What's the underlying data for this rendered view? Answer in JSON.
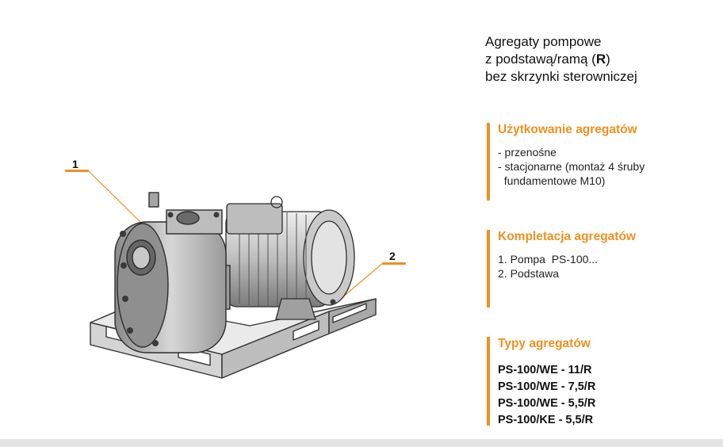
{
  "title": {
    "line1": "Agregaty pompowe",
    "line2_prefix": "z podstawą/ramą (",
    "line2_bold": "R",
    "line2_suffix": ")",
    "line3": "bez skrzynki sterowniczej"
  },
  "callouts": [
    {
      "number": "1"
    },
    {
      "number": "2"
    }
  ],
  "usage": {
    "heading": "Użytkowanie agregatów",
    "items": [
      "- przenośne",
      "- stacjonarne (montaż 4 śruby",
      "  fundamentowe M10)"
    ]
  },
  "completion": {
    "heading": "Kompletacja agregatów",
    "items": [
      "1. Pompa  PS-100...",
      "2. Podstawa"
    ]
  },
  "types": {
    "heading": "Typy agregatów",
    "items": [
      "PS-100/WE - 11/R",
      "PS-100/WE - 7,5/R",
      "PS-100/WE - 5,5/R",
      "PS-100/KE - 5,5/R"
    ]
  },
  "colors": {
    "accent": "#f0901e",
    "footer_bar": "#e4e4e4"
  }
}
